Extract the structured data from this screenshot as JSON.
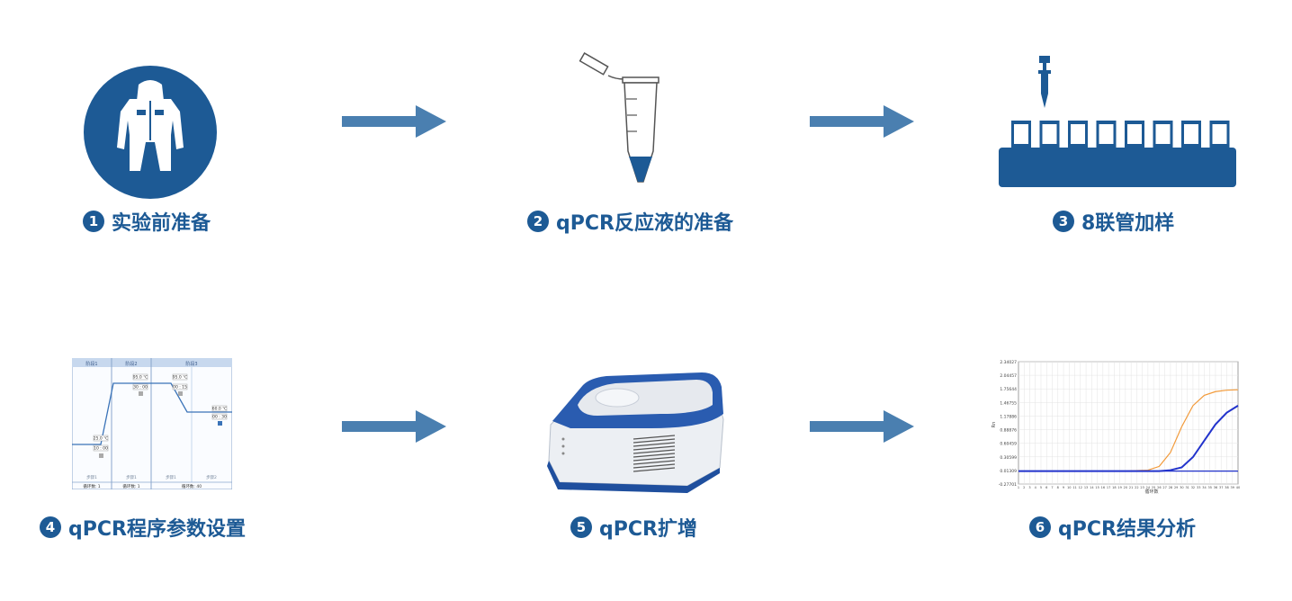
{
  "steps": [
    {
      "num": "1",
      "label": "实验前准备"
    },
    {
      "num": "2",
      "label": "qPCR反应液的准备"
    },
    {
      "num": "3",
      "label": "8联管加样"
    },
    {
      "num": "4",
      "label": "qPCR程序参数设置"
    },
    {
      "num": "5",
      "label": "qPCR扩增"
    },
    {
      "num": "6",
      "label": "qPCR结果分析"
    }
  ],
  "colors": {
    "primary": "#1d5a95",
    "arrow": "#4a7fb0",
    "curve_orange": "#f29a3a",
    "curve_blue": "#2233cc"
  },
  "program": {
    "stage_headers": [
      "阶段1",
      "阶段2",
      "阶段3"
    ],
    "temps": [
      "25.0 ℃",
      "95.0 ℃",
      "95.0 ℃",
      "60.0 ℃"
    ],
    "times": [
      "10 : 00",
      "30 : 00",
      "00 : 15",
      "00 : 30"
    ],
    "step_labels": [
      "步骤1",
      "步骤1",
      "步骤1",
      "步骤2"
    ],
    "cycles": [
      "循环数: 1",
      "循环数: 1",
      "循环数: 40"
    ]
  },
  "chart_data": {
    "type": "line",
    "ylabel": "Rn",
    "xlabel": "循环数",
    "y_ticks": [
      "2.34027",
      "2.04457",
      "1.75644",
      "1.46755",
      "1.17886",
      "0.88876",
      "0.60459",
      "0.30599",
      "0.01309",
      "-0.27701"
    ],
    "x_range": [
      1,
      40
    ],
    "y_range": [
      -0.27701,
      2.34027
    ],
    "series": [
      {
        "color": "orange",
        "x": [
          1,
          20,
          24,
          26,
          28,
          30,
          32,
          34,
          36,
          38,
          40
        ],
        "y": [
          0.0,
          0.0,
          0.02,
          0.1,
          0.4,
          0.95,
          1.4,
          1.62,
          1.7,
          1.73,
          1.74
        ]
      },
      {
        "color": "blue",
        "x": [
          1,
          20,
          26,
          28,
          30,
          32,
          34,
          36,
          38,
          40
        ],
        "y": [
          0.0,
          0.0,
          0.0,
          0.02,
          0.08,
          0.3,
          0.65,
          1.0,
          1.25,
          1.4
        ]
      },
      {
        "color": "blue",
        "x": [
          1,
          40
        ],
        "y": [
          0.0,
          0.0
        ]
      }
    ]
  }
}
